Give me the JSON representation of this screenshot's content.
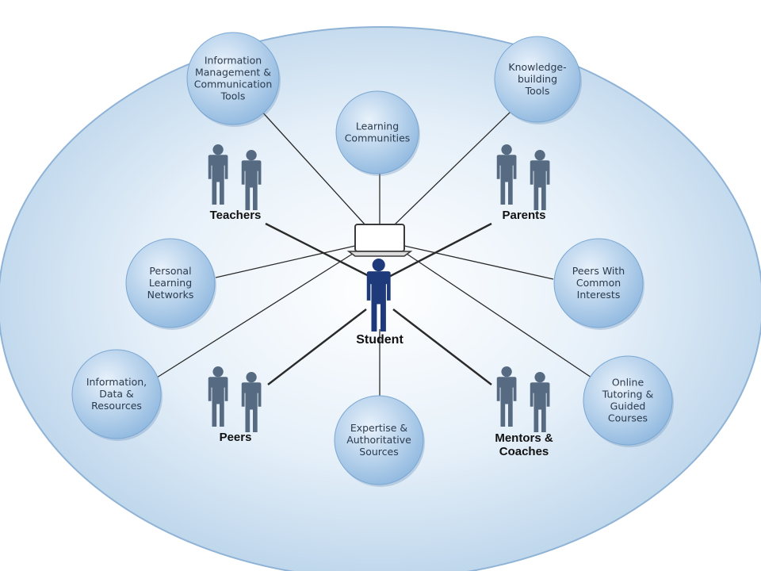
{
  "colors": {
    "outer_fill_center": "#ffffff",
    "outer_fill_edge": "#b9d3ea",
    "outer_stroke": "#8fb3d6",
    "bubble_light": "#e9f2fb",
    "bubble_dark": "#8fb8df",
    "connector": "#2a2a2a",
    "people": "#566a82",
    "student": "#1e3a7a"
  },
  "hub": {
    "label": "",
    "icon": "laptop-icon"
  },
  "student": {
    "label": "Student",
    "icon": "student-icon"
  },
  "resources": [
    {
      "id": "info-mgmt",
      "lines": [
        "Information",
        "Management &",
        "Communication",
        "Tools"
      ]
    },
    {
      "id": "learning-communities",
      "lines": [
        "Learning",
        "Communities"
      ]
    },
    {
      "id": "knowledge-building",
      "lines": [
        "Knowledge-",
        "building",
        "Tools"
      ]
    },
    {
      "id": "personal-learning",
      "lines": [
        "Personal",
        "Learning",
        "Networks"
      ]
    },
    {
      "id": "peers-common",
      "lines": [
        "Peers With",
        "Common",
        "Interests"
      ]
    },
    {
      "id": "info-data",
      "lines": [
        "Information,",
        "Data &",
        "Resources"
      ]
    },
    {
      "id": "expertise",
      "lines": [
        "Expertise &",
        "Authoritative",
        "Sources"
      ]
    },
    {
      "id": "online-tutoring",
      "lines": [
        "Online",
        "Tutoring &",
        "Guided",
        "Courses"
      ]
    }
  ],
  "people_groups": [
    {
      "id": "teachers",
      "lines": [
        "Teachers"
      ]
    },
    {
      "id": "parents",
      "lines": [
        "Parents"
      ]
    },
    {
      "id": "peers",
      "lines": [
        "Peers"
      ]
    },
    {
      "id": "mentors",
      "lines": [
        "Mentors &",
        "Coaches"
      ]
    }
  ]
}
